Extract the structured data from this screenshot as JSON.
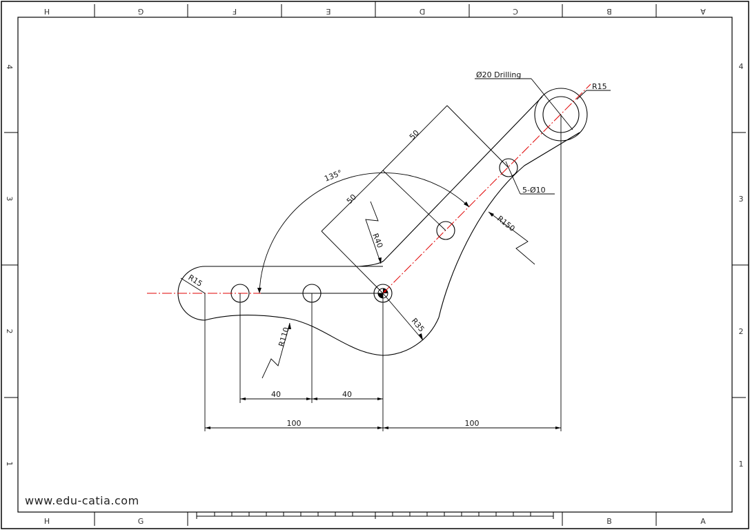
{
  "drawing": {
    "type": "engineering-drawing",
    "subject": "lever arm part",
    "colors": {
      "line": "#000000",
      "centerline": "#e00000",
      "background": "#ffffff"
    }
  },
  "border": {
    "top_zones": [
      "H",
      "G",
      "F",
      "E",
      "D",
      "C",
      "B",
      "A"
    ],
    "bottom_zones": [
      "H",
      "G",
      "B",
      "A"
    ],
    "left_zones": [
      "4",
      "3",
      "2",
      "1"
    ],
    "right_zones": [
      "4",
      "3",
      "2",
      "1"
    ]
  },
  "annotations": {
    "drilling": "Ø20 Drilling",
    "r15_top": "R15",
    "holes": "5-Ø10",
    "r150": "R150",
    "r40": "R40",
    "angle": "135°",
    "dim_50_upper": "50",
    "dim_50_lower": "50",
    "r15_left": "R15",
    "r110": "R110",
    "r35": "R35",
    "dim_40_left": "40",
    "dim_40_right": "40",
    "dim_100_left": "100",
    "dim_100_right": "100"
  },
  "footer": {
    "watermark": "www.edu-catia.com"
  }
}
